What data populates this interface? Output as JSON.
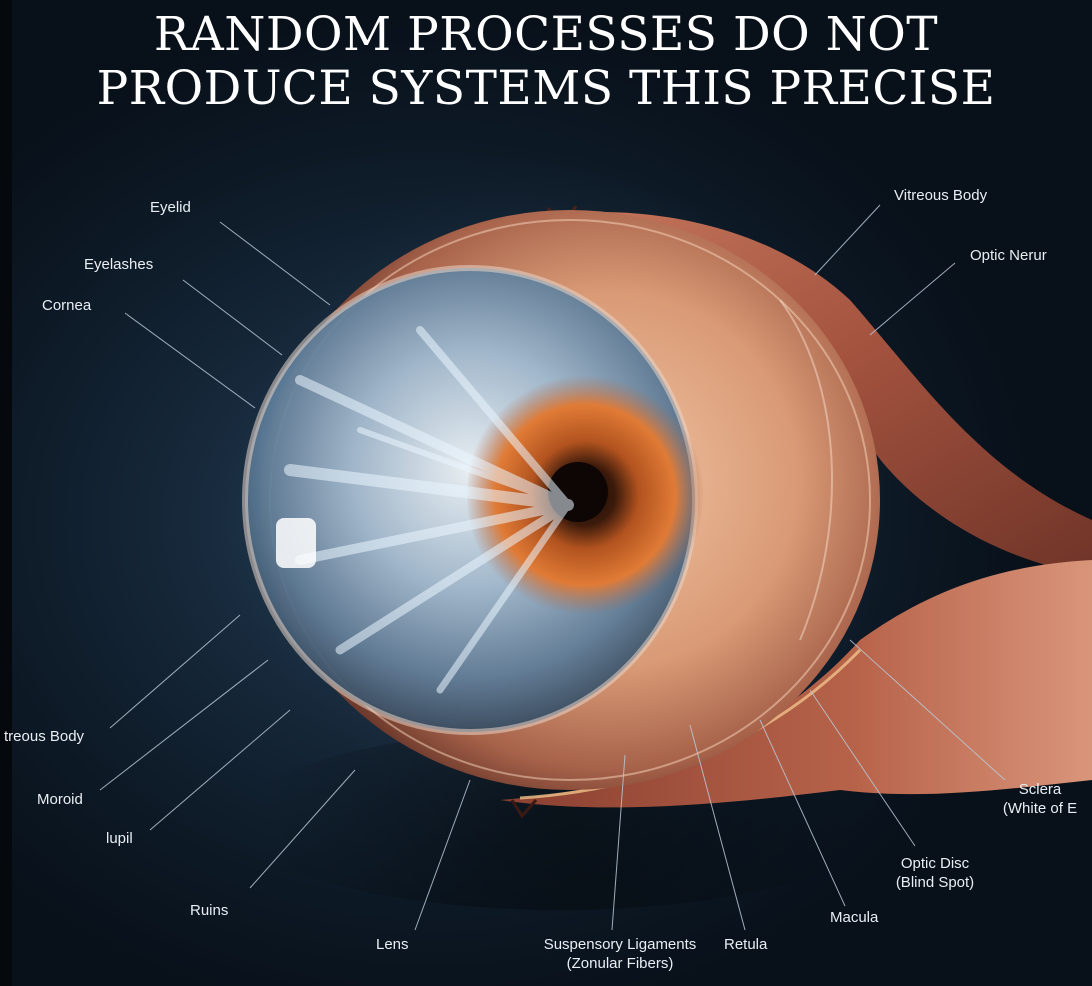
{
  "title": {
    "line1": "RANDOM PROCESSES DO NOT",
    "line2": "PRODUCE SYSTEMS THIS PRECISE"
  },
  "labels": {
    "eyelid": "Eyelid",
    "eyelashes": "Eyelashes",
    "cornea": "Cornea",
    "vitreous_body_right": "Vitreous Body",
    "optic_nerve": "Optic Nerur",
    "vitreous_body_left": "treous Body",
    "choroid": "Moroid",
    "pupil": "lupil",
    "ruins": "Ruins",
    "lens": "Lens",
    "suspensory_ligaments": "Suspensory Ligaments",
    "zonular_fibers": "(Zonular Fibers)",
    "retina": "Retula",
    "macula": "Macula",
    "optic_disc": "Optic Disc",
    "blind_spot": "(Blind Spot)",
    "sclera": "Sclera",
    "white_of_eye": "(White of E"
  }
}
